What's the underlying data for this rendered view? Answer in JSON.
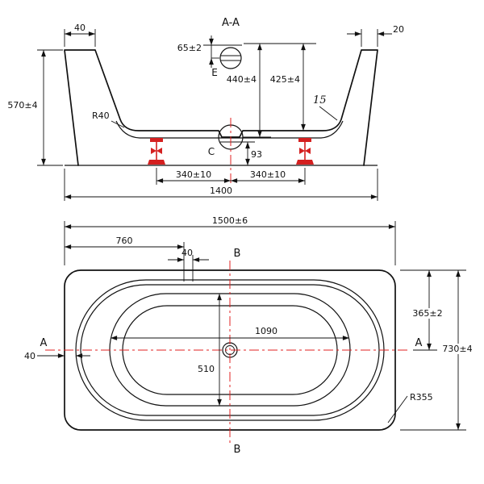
{
  "colors": {
    "line": "#111111",
    "accent_red": "#e02020"
  },
  "section": {
    "title": "A-A",
    "labels": {
      "overflow": "E",
      "drain": "C"
    },
    "dims": {
      "rim_left": "40",
      "rim_right": "20",
      "overflow_height": "65±2",
      "depth_total": "440±4",
      "depth_inner": "425±4",
      "lip": "15",
      "height_overall": "570±4",
      "bottom_radius": "R40",
      "drain_clearance": "93",
      "foot_spacing_left": "340±10",
      "foot_spacing_right": "340±10",
      "length_overall": "1400"
    }
  },
  "plan": {
    "marks": {
      "a_left": "A",
      "a_right": "A",
      "b_top": "B",
      "b_bottom": "B"
    },
    "dims": {
      "length_overall": "1500±6",
      "deck_left": "760",
      "overflow_offset": "40",
      "side_gap": "40",
      "center_offset": "365±2",
      "width_overall": "730±4",
      "bowl_length": "1090",
      "bowl_width": "510",
      "end_radius": "R355"
    }
  }
}
